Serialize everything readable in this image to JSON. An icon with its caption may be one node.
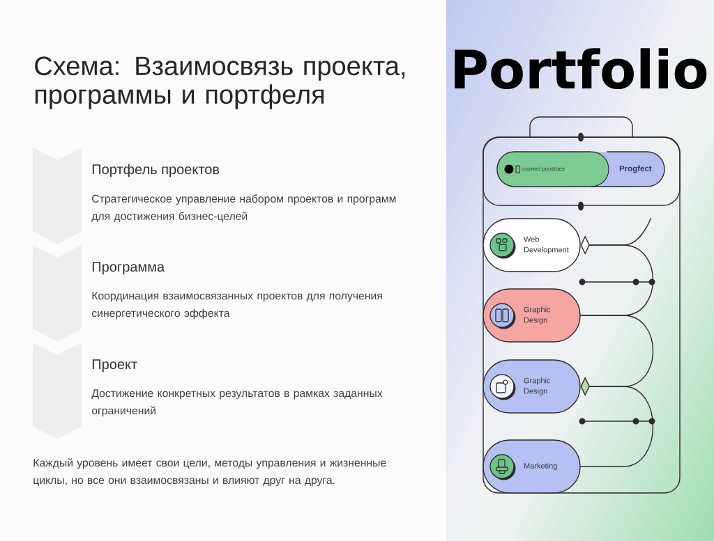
{
  "diagram": {
    "title": "Схема: Взаимосвязь проекта, программы и портфеля",
    "nodes": [
      {
        "text": [],
        "shape": "chevron",
        "beside": [
          "Портфель проектов",
          "Стратегическое управление набором проектов и программ для достижения бизнес-целей"
        ]
      },
      {
        "text": [],
        "shape": "chevron",
        "beside": [
          "Программа",
          "Координация взаимосвязанных проектов для получения синергетического эффекта"
        ]
      },
      {
        "text": [],
        "shape": "chevron",
        "beside": [
          "Проект",
          "Достижение конкретных результатов в рамках заданных ограничений"
        ]
      },
      {
        "text": [],
        "shape": "box"
      },
      {
        "text": [],
        "shape": "box",
        "in": 3
      },
      {
        "text": [
          "ccowed poostaes"
        ],
        "in": 4
      },
      {
        "text": [
          "Progfect"
        ],
        "in": 4
      },
      {
        "text": [
          "Web Development"
        ],
        "in": 3
      },
      {
        "text": [
          "Graphic Design"
        ],
        "in": 3
      },
      {
        "text": [
          "Graphic Design"
        ],
        "in": 3
      },
      {
        "text": [
          "Marketing"
        ],
        "in": 3
      }
    ],
    "edges": [
      {
        "from": 7,
        "to": 8,
        "arrow": "other"
      },
      {
        "from": 9,
        "to": 8,
        "arrow": "other"
      },
      {
        "from": 9,
        "to": 10,
        "arrow": "other"
      },
      {
        "from": 7,
        "to": null,
        "arrow": "other"
      }
    ],
    "labels": [
      "Каждый уровень имеет свои цели, методы управления и жизненные циклы, но все они взаимосвязаны и влияют друг на друга.",
      "Portfolio"
    ]
  }
}
